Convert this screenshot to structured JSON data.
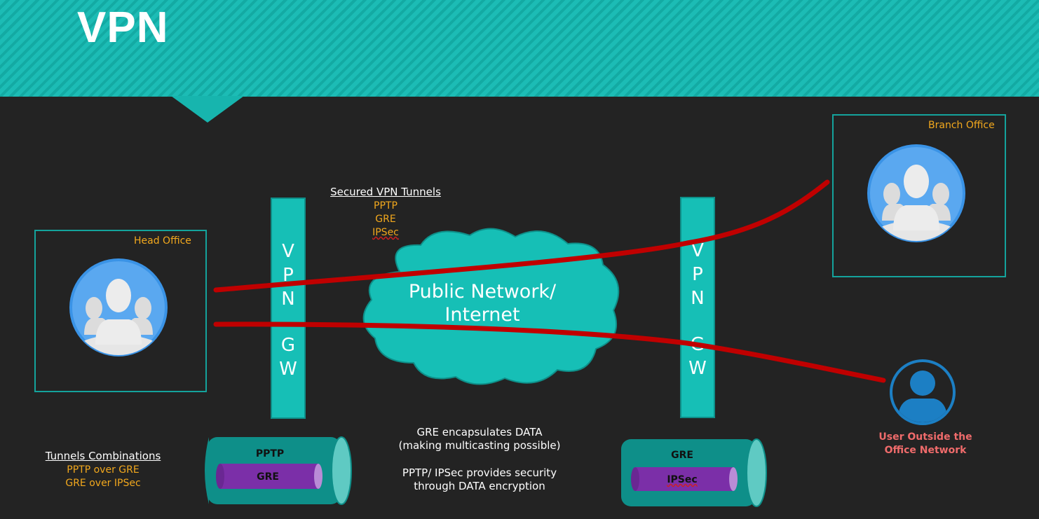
{
  "slide": {
    "title": "VPN"
  },
  "head_office": {
    "label": "Head Office",
    "icon": "group-users-icon"
  },
  "branch_office": {
    "label": "Branch Office",
    "icon": "group-users-icon"
  },
  "remote_user": {
    "label_line1": "User Outside the",
    "label_line2": "Office Network",
    "icon": "single-user-icon"
  },
  "gateways": {
    "left": {
      "letters": [
        "V",
        "P",
        "N",
        "G",
        "W"
      ]
    },
    "right": {
      "letters": [
        "V",
        "P",
        "N",
        "G",
        "W"
      ]
    }
  },
  "cloud": {
    "line1": "Public Network/",
    "line2": "Internet"
  },
  "tunnels_box": {
    "heading": "Secured VPN Tunnels",
    "items": [
      "PPTP",
      "GRE",
      "IPSec"
    ]
  },
  "combinations": {
    "heading": "Tunnels Combinations",
    "items": [
      "PPTP over GRE",
      "GRE over IPSec"
    ]
  },
  "cylinders": {
    "left": {
      "outer": "PPTP",
      "inner": "GRE"
    },
    "right": {
      "outer": "GRE",
      "inner": "IPSec"
    }
  },
  "notes": {
    "line1": "GRE encapsulates  DATA",
    "line2": "(making multicasting  possible)",
    "line3": "PPTP/ IPSec provides security",
    "line4": "through DATA encryption"
  },
  "colors": {
    "teal": "#16bfb6",
    "tunnel_red": "#c00000",
    "orange_text": "#f2a81d",
    "purple": "#7b2fa8",
    "user_blue": "#1c7fc4",
    "pink_text": "#ef6b6b"
  }
}
